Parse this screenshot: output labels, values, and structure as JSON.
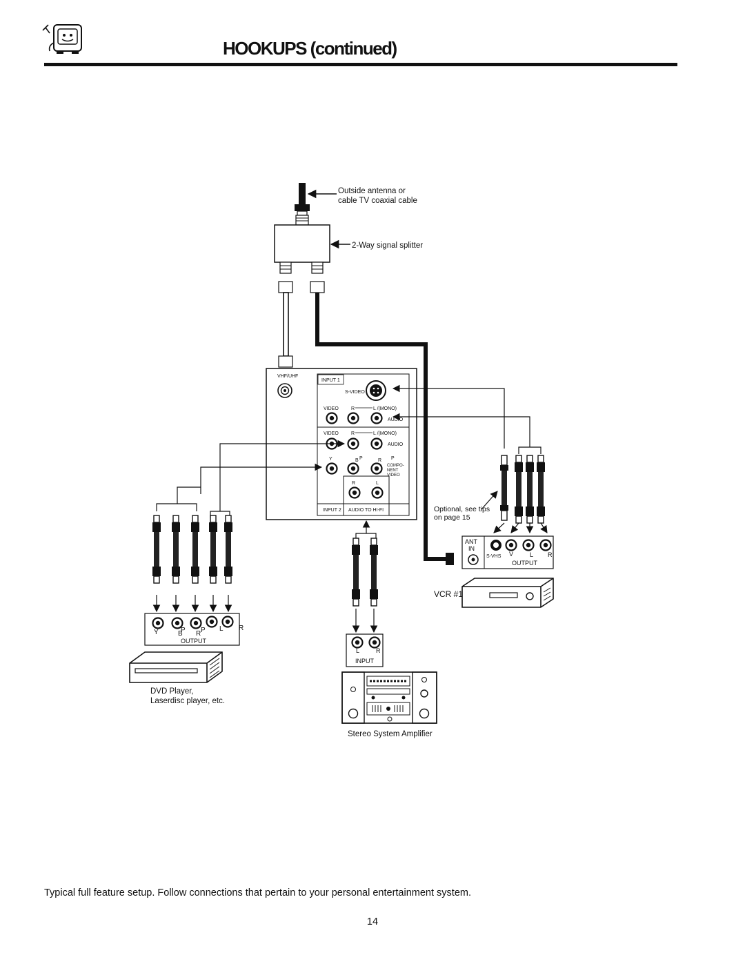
{
  "header": {
    "title": "HOOKUPS (continued)",
    "mascot_icon": "tv-mascot-icon"
  },
  "labels": {
    "antenna": [
      "Outside antenna or",
      "cable TV coaxial cable"
    ],
    "splitter": "2-Way signal splitter",
    "optional": [
      "Optional, see tips",
      "on page 15"
    ],
    "vcr": "VCR #1",
    "dvd": [
      "DVD Player,",
      "Laserdisc player, etc."
    ],
    "stereo": "Stereo System Amplifier"
  },
  "tv_panel": {
    "vhf_uhf": "VHF/UHF",
    "input1": "INPUT 1",
    "svideo": "S-VIDEO",
    "video": "VIDEO",
    "r": "R",
    "l_mono": "L /(MONO)",
    "audio": "AUDIO",
    "y": "Y",
    "b": "B",
    "p": "P",
    "component": [
      "COMPO-",
      "NENT",
      "VIDEO"
    ],
    "l": "L",
    "input2": "INPUT 2",
    "audio_to_hifi": "AUDIO TO HI-FI"
  },
  "vcr_panel": {
    "ant": "ANT",
    "in": "IN",
    "svhs": "S-VHS",
    "v": "V",
    "l": "L",
    "r": "R",
    "output": "OUTPUT"
  },
  "dvd_panel": {
    "y": "Y",
    "b": "B",
    "p": "P",
    "l": "L",
    "r": "R",
    "output": "OUTPUT"
  },
  "stereo_panel": {
    "l": "L",
    "r": "R",
    "input": "INPUT"
  },
  "caption": "Typical full feature setup.  Follow connections that pertain to your personal entertainment system.",
  "page_number": "14"
}
